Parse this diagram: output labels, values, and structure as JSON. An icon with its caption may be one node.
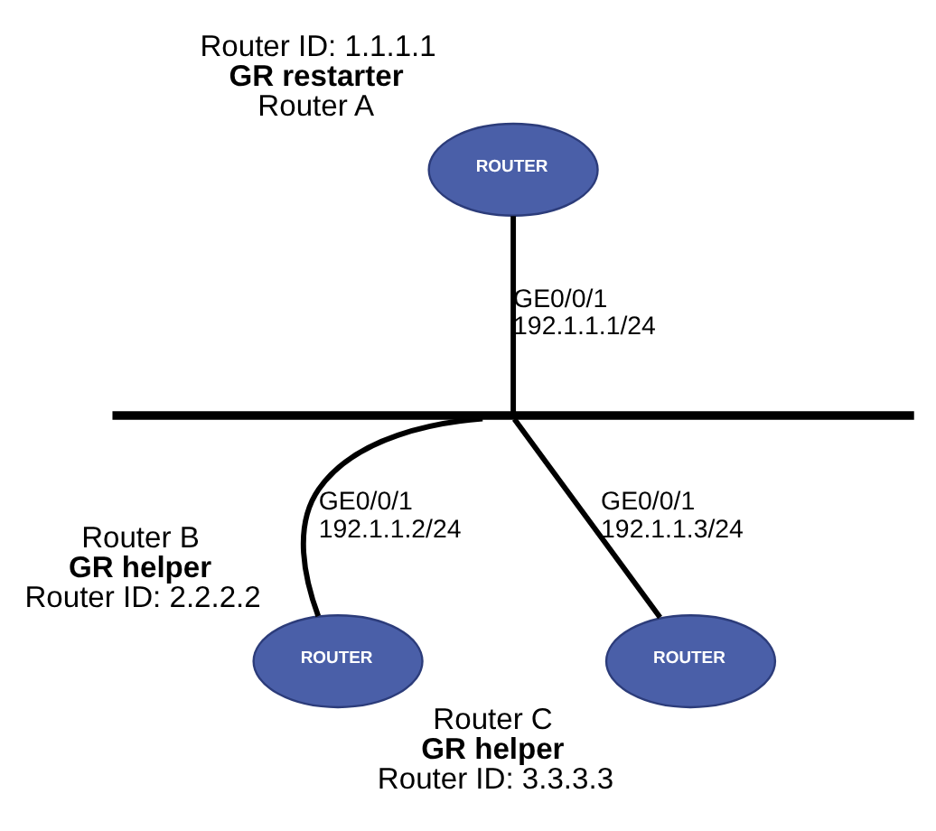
{
  "diagram": {
    "nodes": [
      {
        "text": [
          "ROUTER"
        ],
        "beside": [
          "Router ID: 1.1.1.1",
          "GR restarter",
          "Router A"
        ]
      },
      {
        "text": [],
        "shape": "bar"
      },
      {
        "text": [
          "ROUTER"
        ],
        "beside": [
          "Router B",
          "GR helper",
          "Router ID: 2.2.2.2"
        ]
      },
      {
        "text": [
          "ROUTER"
        ],
        "beside": [
          "Router C",
          "GR helper",
          "Router ID: 3.3.3.3"
        ]
      }
    ],
    "edges": [
      {
        "from": 0,
        "to": 1,
        "arrow": "none",
        "label": "GE0/0/1 192.1.1.1/24"
      },
      {
        "from": 1,
        "to": 2,
        "arrow": "none",
        "label": "GE0/0/1 192.1.1.2/24"
      },
      {
        "from": 1,
        "to": 3,
        "arrow": "none",
        "label": "GE0/0/1 192.1.1.3/24"
      }
    ]
  }
}
